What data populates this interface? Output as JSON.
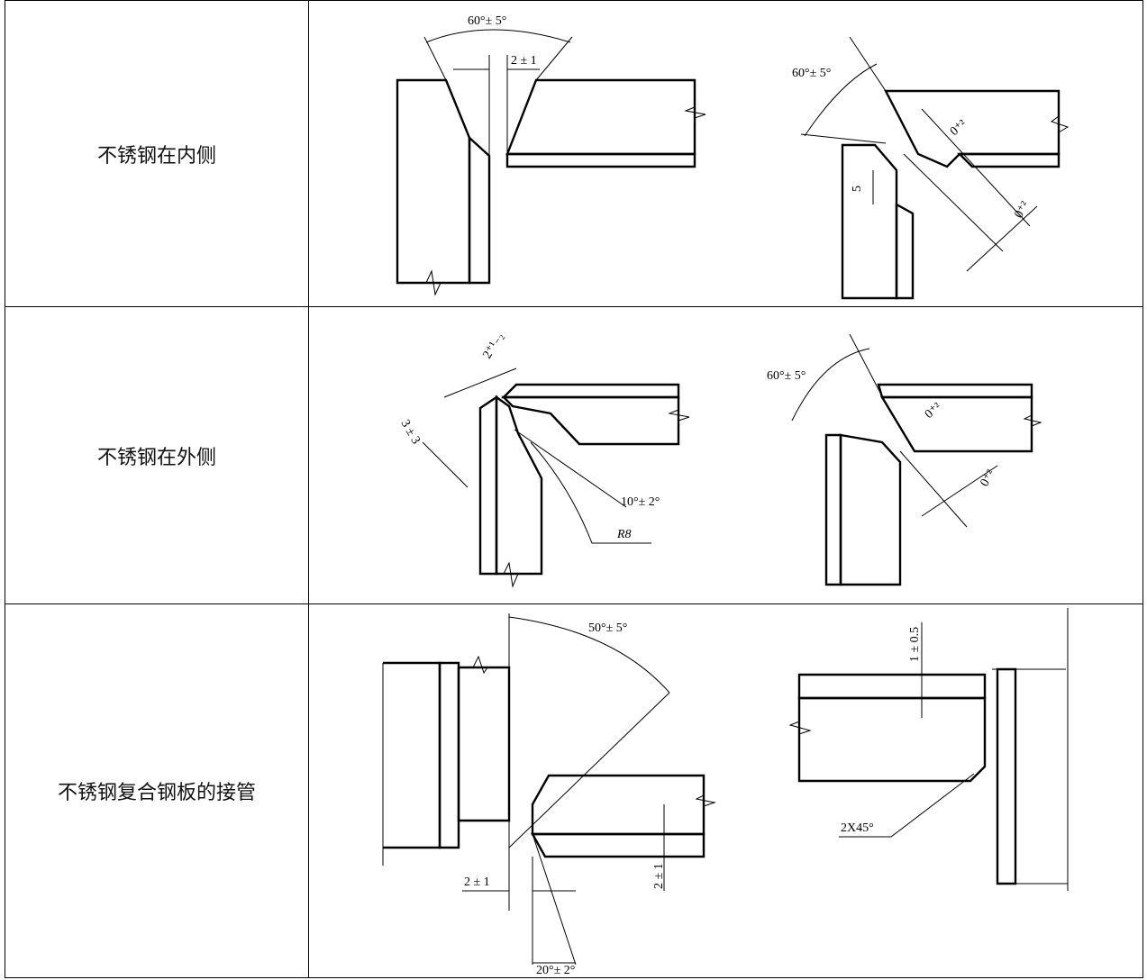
{
  "rows": [
    {
      "label": "不锈钢在内侧",
      "dims": {
        "angle_left": "60°± 5°",
        "gap_left": "2 ± 1",
        "angle_right": "60°± 5°",
        "tol_a": "0⁺²",
        "tol_b": "0⁺²",
        "offset": "5"
      }
    },
    {
      "label": "不锈钢在外侧",
      "dims": {
        "gap_left": "2⁺¹₋₂",
        "root_left": "3 ± 3",
        "bevel_angle": "10°± 2°",
        "radius": "R8",
        "angle_right": "60°± 5°",
        "tol_a": "0⁺²",
        "tol_b": "0⁺²"
      }
    },
    {
      "label": "不锈钢复合钢板的接管",
      "dims": {
        "angle": "50°± 5°",
        "gap": "2 ± 1",
        "clad": "2 ± 1",
        "root_angle": "20°± 2°",
        "step": "1 ± 0.5",
        "chamfer": "2X45°"
      }
    }
  ]
}
